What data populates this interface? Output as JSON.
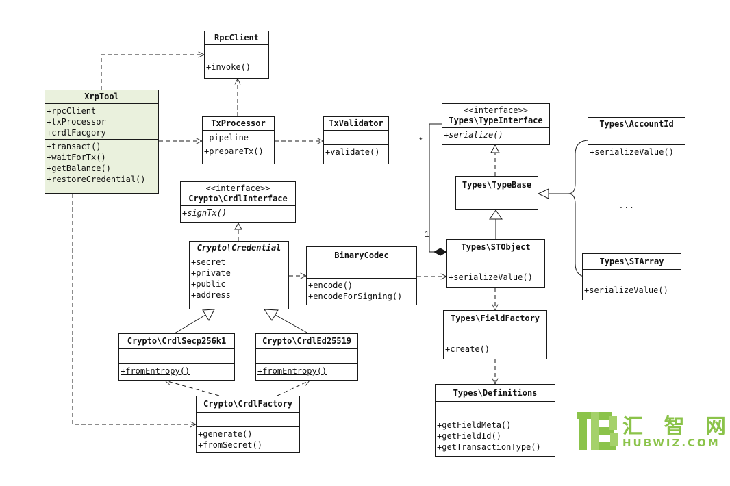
{
  "colors": {
    "line": "#1a1a1a",
    "highlight_fill": "#eaf1dd",
    "logo_green": "#8bc34a"
  },
  "classes": {
    "rpc_client": {
      "name": "RpcClient",
      "fields": [],
      "methods": [
        "+invoke()"
      ]
    },
    "xrp_tool": {
      "name": "XrpTool",
      "fields": [
        "+rpcClient",
        "+txProcessor",
        "+crdlFacgory"
      ],
      "methods": [
        "+transact()",
        "+waitForTx()",
        "+getBalance()",
        "+restoreCredential()"
      ]
    },
    "tx_processor": {
      "name": "TxProcessor",
      "fields": [
        "-pipeline"
      ],
      "methods": [
        "+prepareTx()"
      ]
    },
    "tx_validator": {
      "name": "TxValidator",
      "fields": [],
      "methods": [
        "+validate()"
      ]
    },
    "type_interface": {
      "stereotype": "<<interface>>",
      "name": "Types\\TypeInterface",
      "methods": [
        "+serialize()"
      ]
    },
    "account_id": {
      "name": "Types\\AccountId",
      "fields": [],
      "methods": [
        "+serializeValue()"
      ]
    },
    "crdl_interface": {
      "stereotype": "<<interface>>",
      "name": "Crypto\\CrdlInterface",
      "methods": [
        "+signTx()"
      ]
    },
    "type_base": {
      "name": "Types\\TypeBase",
      "fields": []
    },
    "credential": {
      "name": "Crypto\\Credential",
      "fields": [
        "+secret",
        "+private",
        "+public",
        "+address"
      ]
    },
    "binary_codec": {
      "name": "BinaryCodec",
      "fields": [],
      "methods": [
        "+encode()",
        "+encodeForSigning()"
      ]
    },
    "st_object": {
      "name": "Types\\STObject",
      "fields": [],
      "methods": [
        "+serializeValue()"
      ]
    },
    "st_array": {
      "name": "Types\\STArray",
      "fields": [],
      "methods": [
        "+serializeValue()"
      ]
    },
    "field_factory": {
      "name": "Types\\FieldFactory",
      "fields": [],
      "methods": [
        "+create()"
      ]
    },
    "crdl_secp": {
      "name": "Crypto\\CrdlSecp256k1",
      "fields": [],
      "methods": [
        "+fromEntropy()"
      ]
    },
    "crdl_ed": {
      "name": "Crypto\\CrdlEd25519",
      "fields": [],
      "methods": [
        "+fromEntropy()"
      ]
    },
    "crdl_factory": {
      "name": "Crypto\\CrdlFactory",
      "fields": [],
      "methods": [
        "+generate()",
        "+fromSecret()"
      ]
    },
    "definitions": {
      "name": "Types\\Definitions",
      "fields": [],
      "methods": [
        "+getFieldMeta()",
        "+getFieldId()",
        "+getTransactionType()"
      ]
    }
  },
  "labels": {
    "multiplicity_many": "*",
    "multiplicity_one": "1",
    "ellipsis": ". . ."
  },
  "logo": {
    "chinese": "汇 智 网",
    "english": "HUBWIZ.COM"
  }
}
